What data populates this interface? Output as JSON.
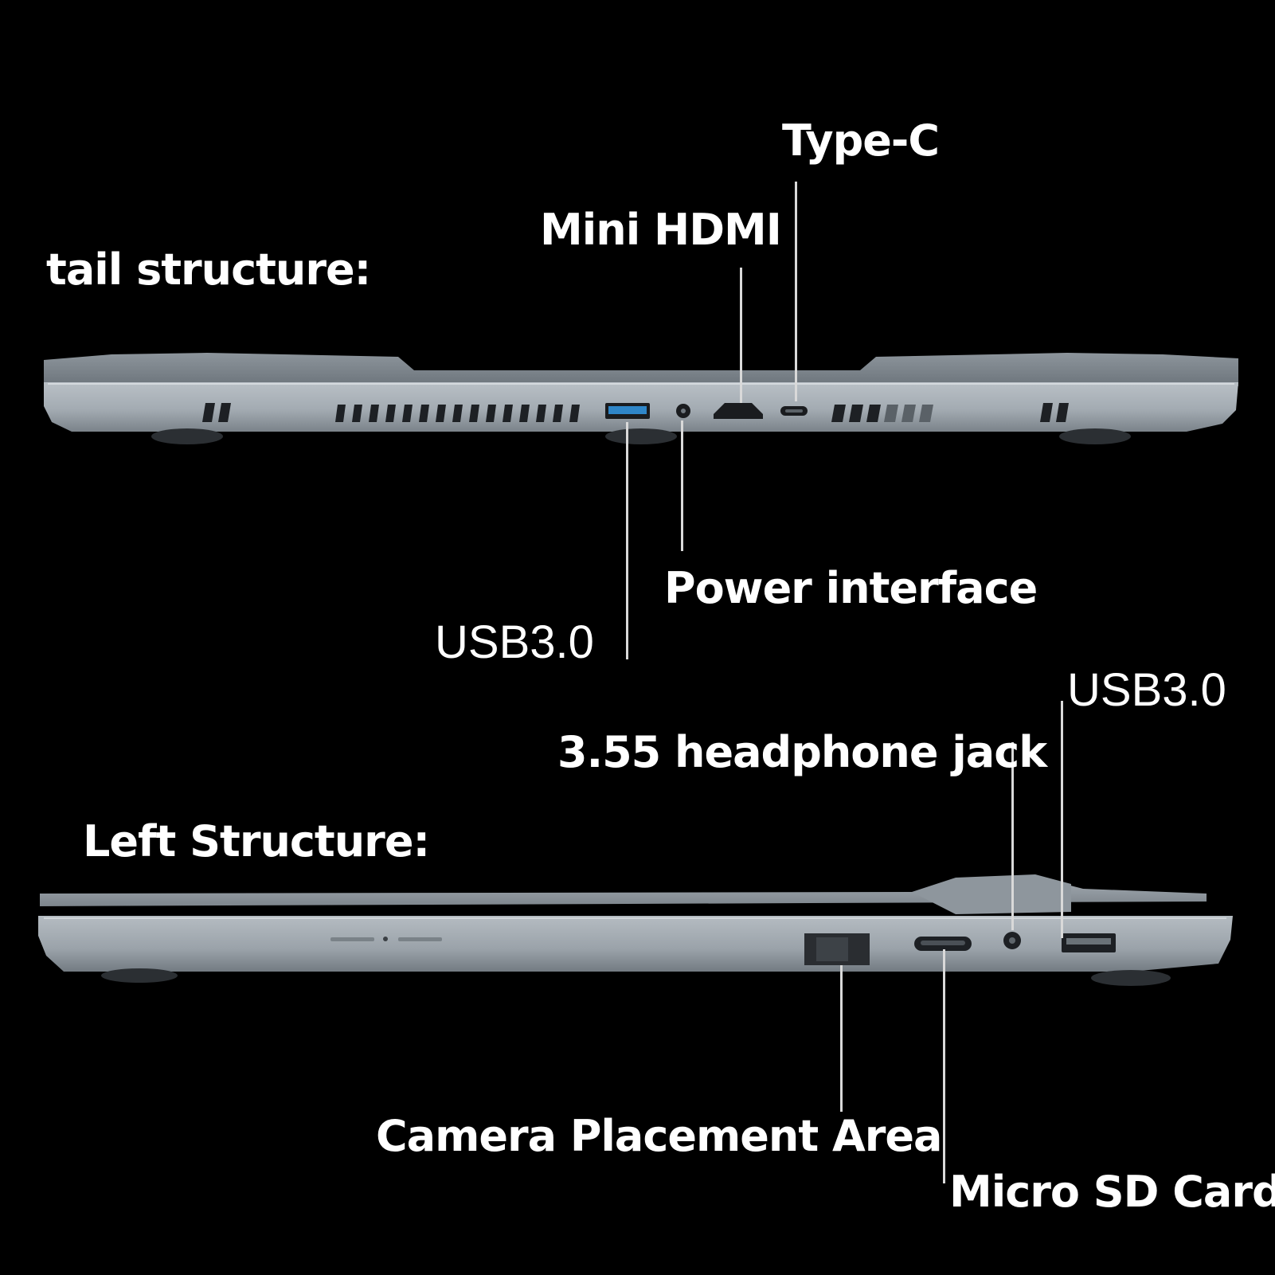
{
  "sections": {
    "tail": {
      "heading": "tail structure:"
    },
    "left": {
      "heading": "Left Structure:"
    }
  },
  "labels": {
    "type_c": "Type-C",
    "mini_hdmi": "Mini HDMI",
    "power_interface": "Power interface",
    "usb_rear": "USB3.0",
    "usb_left": "USB3.0",
    "headphone_jack": "3.55 headphone jack",
    "camera_area": "Camera Placement Area",
    "micro_sd": "Micro SD Card"
  },
  "colors": {
    "background": "#000000",
    "text": "#ffffff",
    "chassis": "#9ea6ad",
    "usb_blue": "#2f86c8"
  }
}
